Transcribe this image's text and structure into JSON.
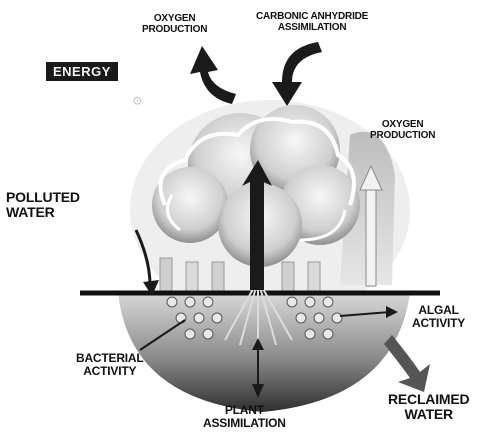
{
  "labels": {
    "oxygen_production_top": "OXYGEN\nPRODUCTION",
    "carbonic_anhydride": "CARBONIC ANHYDRIDE\nASSIMILATION",
    "energy": "ENERGY",
    "oxygen_production_right": "OXYGEN\nPRODUCTION",
    "polluted_water": "POLLUTED\nWATER",
    "algal_activity": "ALGAL\nACTIVITY",
    "bacterial_activity": "BACTERIAL\nACTIVITY",
    "plant_assimilation": "PLANT\nASSIMILATION",
    "reclaimed_water": "RECLAIMED\nWATER"
  },
  "colors": {
    "ink": "#111111",
    "cloud": "#d9d9d9",
    "cloud_highlight": "#f5f5f5",
    "basin_top": "#cfcfcf",
    "basin_bottom": "#3a3a3a"
  }
}
